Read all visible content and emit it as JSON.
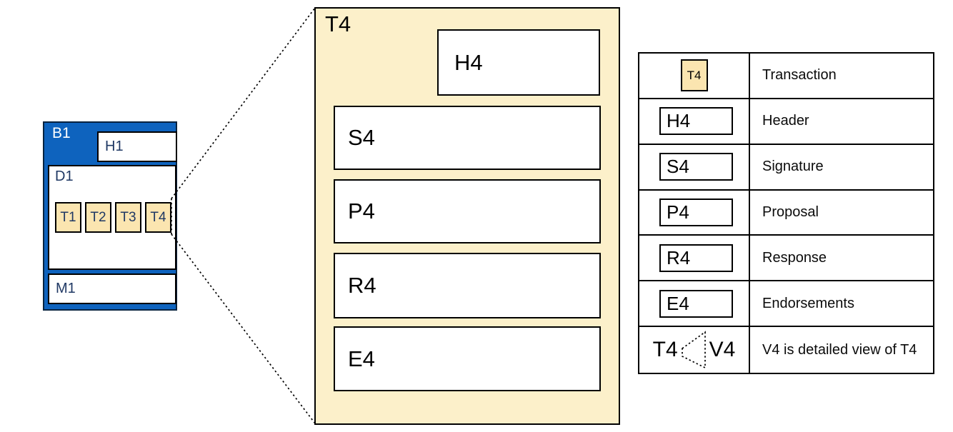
{
  "colors": {
    "block_fill": "#0E63BE",
    "navy_text": "#1F3864",
    "transaction_fill": "#FBE5B0",
    "detail_fill": "#FCF0CA"
  },
  "block": {
    "label": "B1",
    "header_label": "H1",
    "data_label": "D1",
    "transactions": [
      "T1",
      "T2",
      "T3",
      "T4"
    ],
    "metadata_label": "M1"
  },
  "detail_view": {
    "label": "T4",
    "header_label": "H4",
    "rows": [
      "S4",
      "P4",
      "R4",
      "E4"
    ]
  },
  "legend": {
    "rows": [
      {
        "symbol": "T4",
        "description": "Transaction"
      },
      {
        "symbol": "H4",
        "description": "Header"
      },
      {
        "symbol": "S4",
        "description": "Signature"
      },
      {
        "symbol": "P4",
        "description": "Proposal"
      },
      {
        "symbol": "R4",
        "description": "Response"
      },
      {
        "symbol": "E4",
        "description": "Endorsements"
      },
      {
        "symbol_left": "T4",
        "symbol_right": "V4",
        "description": "V4 is detailed view of T4"
      }
    ]
  }
}
